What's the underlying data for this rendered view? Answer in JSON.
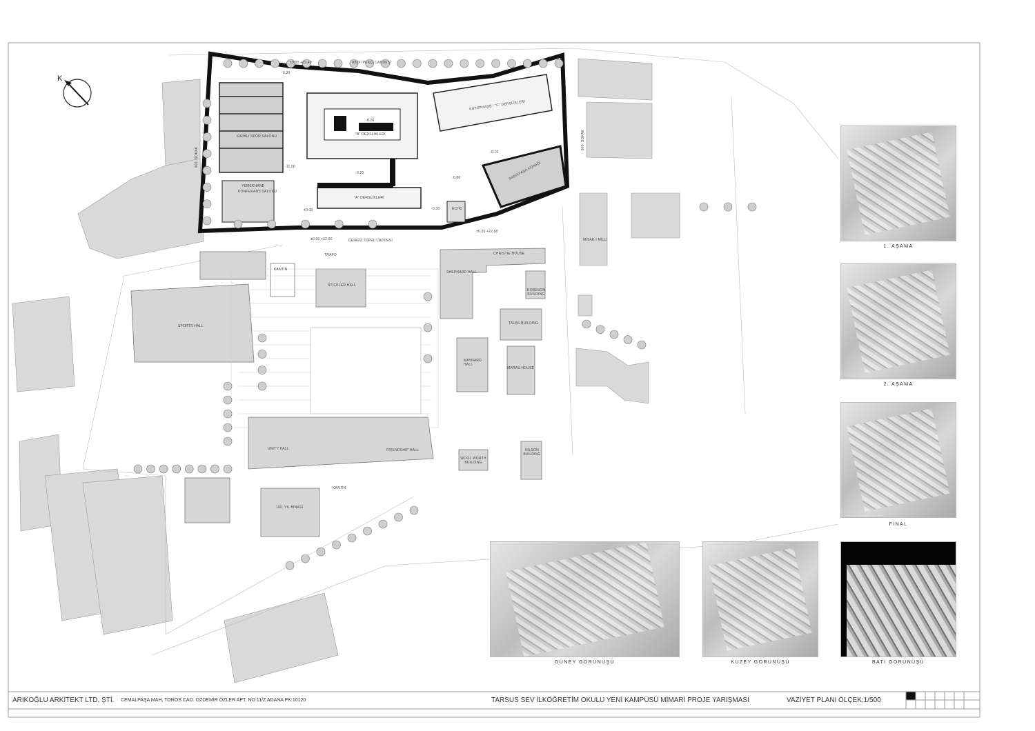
{
  "north_label": "K",
  "streets": {
    "top": "ABDİ İPEKÇİ CADDESİ",
    "bottom": "CENGİZ TOPEL CADDESİ",
    "left": "803. SOKAK",
    "right": "805. SOKAK"
  },
  "new_campus": {
    "sports": "KAPALI SPOR SALONU",
    "dining_1": "YEMEKHANE",
    "dining_2": "KONFERANS SALONU",
    "block_b": "\"B\" DERSLİKLERİ",
    "block_a": "\"A\" DERSLİKLERİ",
    "block_c": "KÜTÜPHANE / \"C\" DERSLİKLERİ",
    "konak": "SADIKPAŞA KONAĞI",
    "echo": "ECHO",
    "levels": [
      "±0.00 +22.40",
      "-0.30",
      "-0.20",
      "-0.20",
      "-11.00",
      "-0.80",
      "-0.15",
      "-0.30",
      "±0.00",
      "±0.00 +22.60",
      "±0.20 +22.80"
    ]
  },
  "existing_campus": {
    "kantin": "KANTİN",
    "trafo": "TRAFO",
    "stickler": "STICKLER HALL",
    "christie": "CHRISTIE HOUSE",
    "shephard": "SHEPHARD HALL",
    "robeson": "ROBESON BUILDING",
    "talas": "TALAS BUILDING",
    "sports": "SPORTS HALL",
    "maynard": "MAYNARD HALL",
    "maras": "MARAS HOUSE",
    "unity": "UNITY HALL",
    "friendship": "FRIENDSHIP HALL",
    "woolworth": "WOOL WORTH BUILDING",
    "nilson": "NILSON BUILDING",
    "kantin2": "KANTİN",
    "yil100": "100. YIL BİNASI",
    "misak": "MİSAK-I MİLLİ"
  },
  "model_photos": [
    {
      "caption": "1. AŞAMA"
    },
    {
      "caption": "2. AŞAMA"
    },
    {
      "caption": "FİNAL"
    },
    {
      "caption": "GÜNEY GÖRÜNÜŞÜ"
    },
    {
      "caption": "KUZEY GÖRÜNÜŞÜ"
    },
    {
      "caption": "BATI GÖRÜNÜŞÜ"
    }
  ],
  "title_block": {
    "firm": "ARIKOĞLU ARKİTEKT LTD. ŞTİ.",
    "address": "CEMALPAŞA MAH. TOROS CAD. ÖZDEMİR ÖZLER APT. NO:11/Z ADANA PK:10120",
    "project": "TARSUS SEV İLKÖĞRETİM OKULU YENİ KAMPÜSÜ MİMARİ PROJE YARIŞMASI",
    "sheet": "VAZİYET PLANI",
    "scale": "ÖLÇEK:1/500"
  }
}
